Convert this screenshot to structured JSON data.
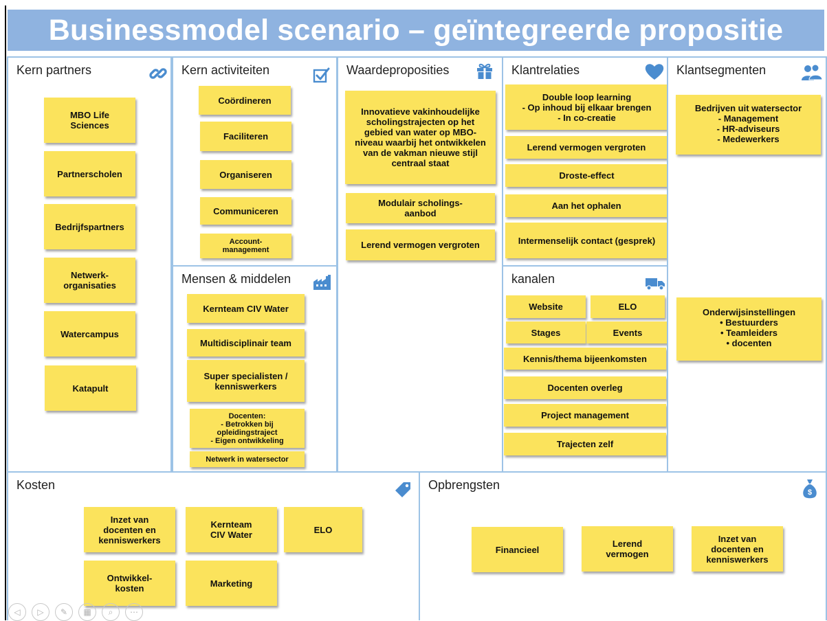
{
  "title": "Businessmodel scenario – geïntegreerde propositie",
  "colors": {
    "banner": "#8fb3e0",
    "block_border": "#9dc3e6",
    "note": "#fbe35c",
    "icon": "#4a8ccf"
  },
  "blocks": {
    "kern_partners": {
      "title": "Kern partners",
      "icon": "link-icon",
      "notes": [
        "MBO Life Sciences",
        "Partnerscholen",
        "Bedrijfspartners",
        "Netwerk-organisaties",
        "Watercampus",
        "Katapult"
      ]
    },
    "kern_activiteiten": {
      "title": "Kern activiteiten",
      "icon": "checkbox-icon",
      "notes": [
        "Coördineren",
        "Faciliteren",
        "Organiseren",
        "Communiceren",
        "Account-management"
      ]
    },
    "mensen_middelen": {
      "title": "Mensen & middelen",
      "icon": "factory-icon",
      "notes": [
        "Kernteam CIV Water",
        "Multidisciplinair team",
        "Super specialisten / kenniswerkers",
        "Docenten:",
        "- Betrokken bij opleidingstraject",
        "- Eigen ontwikkeling",
        "Netwerk in watersector"
      ]
    },
    "waardeproposities": {
      "title": "Waardeproposities",
      "icon": "gift-icon",
      "notes": [
        "Innovatieve vakinhoudelijke scholingstrajecten op het gebied van water op MBO-niveau waarbij het ontwikkelen van de vakman nieuwe stijl centraal staat",
        "Modulair scholings-aanbod",
        "Lerend vermogen vergroten"
      ]
    },
    "klantrelaties": {
      "title": "Klantrelaties",
      "icon": "heart-icon",
      "notes": [
        "Double loop learning",
        "- Op inhoud bij elkaar brengen",
        "- In co-creatie",
        "Lerend vermogen vergroten",
        "Droste-effect",
        "Aan het ophalen",
        "Intermenselijk contact (gesprek)"
      ]
    },
    "kanalen": {
      "title": "kanalen",
      "icon": "truck-icon",
      "notes": [
        "Website",
        "ELO",
        "Stages",
        "Events",
        "Kennis/thema bijeenkomsten",
        "Docenten overleg",
        "Project management",
        "Trajecten zelf"
      ]
    },
    "klantsegmenten": {
      "title": "Klantsegmenten",
      "icon": "people-icon",
      "notes": [
        "Bedrijven uit watersector",
        "- Management",
        "- HR-adviseurs",
        "- Medewerkers",
        "Onderwijsinstellingen",
        "• Bestuurders",
        "• Teamleiders",
        "• docenten"
      ]
    },
    "kosten": {
      "title": "Kosten",
      "icon": "tag-icon",
      "notes": [
        "Inzet van docenten en kenniswerkers",
        "Kernteam CIV Water",
        "ELO",
        "Ontwikkel-kosten",
        "Marketing"
      ]
    },
    "opbrengsten": {
      "title": "Opbrengsten",
      "icon": "money-bag-icon",
      "notes": [
        "Financieel",
        "Lerend vermogen",
        "Inzet van docenten en kenniswerkers"
      ]
    }
  }
}
